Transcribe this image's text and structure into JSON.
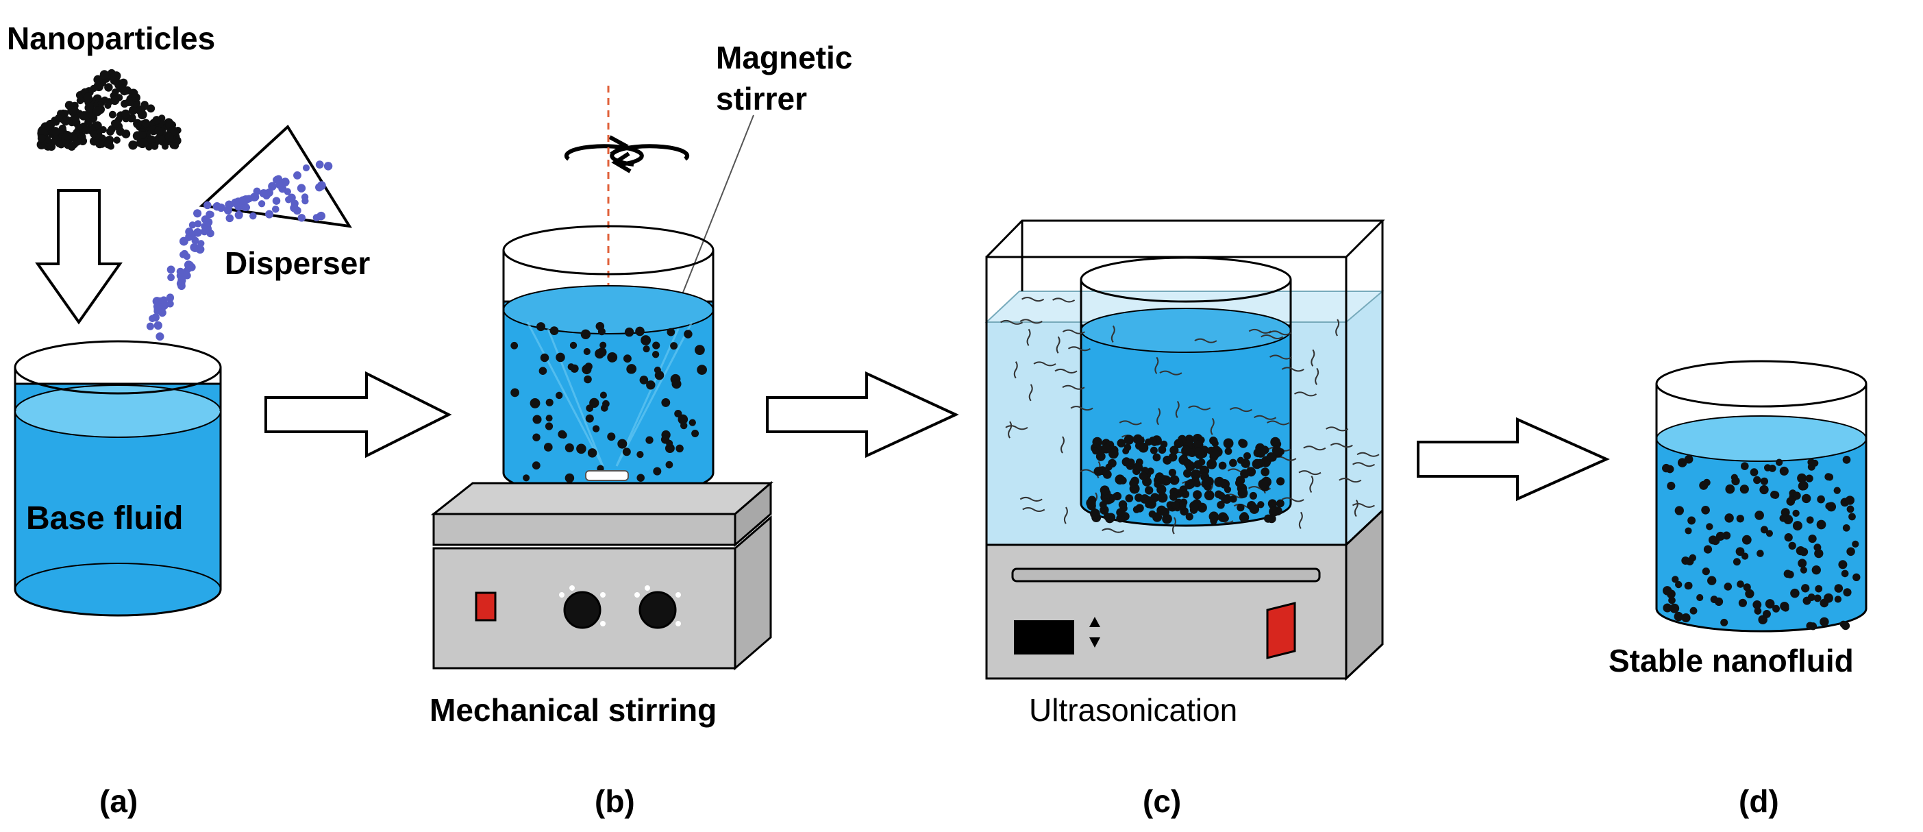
{
  "labels": {
    "nanoparticles": "Nanoparticles",
    "disperser": "Disperser",
    "base_fluid": "Base fluid",
    "magnetic_stirrer_line1": "Magnetic",
    "magnetic_stirrer_line2": "stirrer",
    "mechanical_stirring": "Mechanical stirring",
    "ultrasonication": "Ultrasonication",
    "stable_nanofluid": "Stable nanofluid"
  },
  "panels": {
    "a": "(a)",
    "b": "(b)",
    "c": "(c)",
    "d": "(d)"
  },
  "colors": {
    "fluid": "#29a8e8",
    "fluid_top": "#6ecbf3",
    "bath_water": "#bfe4f5",
    "particle": "#111111",
    "disperser_particle": "#5a5fc7",
    "device_body": "#c8c8c8",
    "switch": "#d7261e"
  },
  "icons": {
    "arrows": "hollow-right-arrow",
    "rotation": "rotation-arrows-icon"
  }
}
